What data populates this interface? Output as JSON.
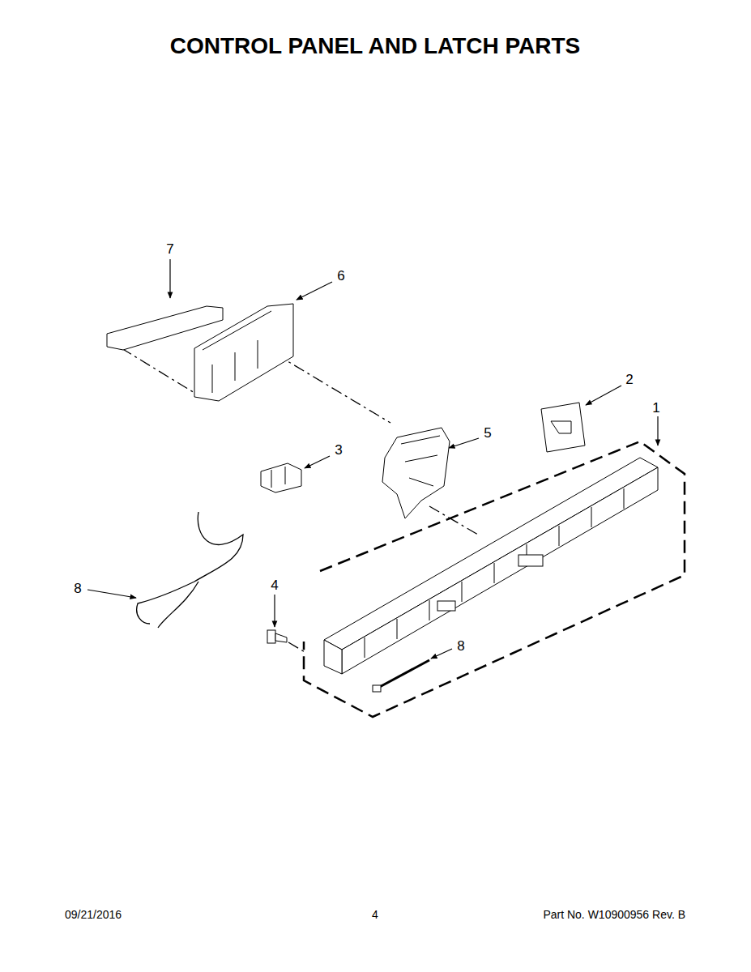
{
  "diagram": {
    "title": "CONTROL PANEL AND LATCH PARTS",
    "labels": [
      "7",
      "6",
      "2",
      "1",
      "3",
      "5",
      "8",
      "4",
      "8",
      "09/21/2016",
      "4",
      "Part No. W10900956 Rev. B"
    ]
  }
}
